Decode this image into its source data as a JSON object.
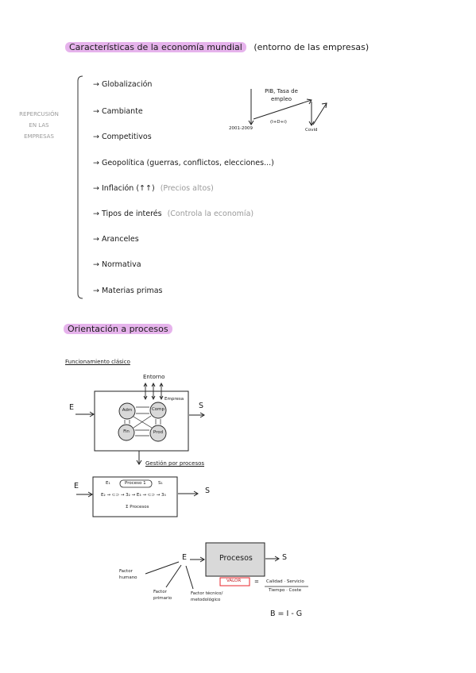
{
  "section1": {
    "title": "Características de la economía mundial",
    "subtitle": "(entorno de las empresas)",
    "side_label": [
      "REPERCUSIÓN",
      "EN LAS",
      "EMPRESAS"
    ],
    "items": [
      {
        "text": "→ Globalización",
        "note": ""
      },
      {
        "text": "→ Cambiante",
        "note": ""
      },
      {
        "text": "→ Competitivos",
        "note": ""
      },
      {
        "text": "→ Geopolítica (guerras, conflictos, elecciones...)",
        "note": ""
      },
      {
        "text": "→ Inflación (↑↑)",
        "note": "(Precios altos)"
      },
      {
        "text": "→ Tipos de interés",
        "note": "(Controla la economía)"
      },
      {
        "text": "→ Aranceles",
        "note": ""
      },
      {
        "text": "→ Normativa",
        "note": ""
      },
      {
        "text": "→ Materias primas",
        "note": ""
      }
    ],
    "graph": {
      "pib_label": "PIB, Tasa de empleo",
      "left_label": "2001-2009",
      "mid_label": "(I+D+i)",
      "right_label": "Covid"
    }
  },
  "section2": {
    "title": "Orientación a procesos",
    "classic": {
      "title": "Funcionamiento clásico",
      "entorno": "Entorno",
      "empresa": "Empresa",
      "input": "E",
      "output": "S",
      "nodes": [
        "Adm",
        "Comp",
        "Fin",
        "Prod"
      ]
    },
    "process_mgmt": {
      "title": "Gestión por procesos",
      "input": "E",
      "output": "S",
      "line1_start": "E₁",
      "line1_box": "Proceso 1",
      "line1_end": "S₁",
      "line2": "E₂ → ⊂⊃ → 3₂ → E₃ → ⊂⊃ → 3₃",
      "footer": "Σ Procesos"
    },
    "bottom": {
      "input": "E",
      "box": "Procesos",
      "output": "S",
      "factor1": "Factor humano",
      "factor2": "Factor primario",
      "factor3": "Factor técnico/ metodológico",
      "valor": "VALOR",
      "equals": "=",
      "numerator": "Calidad · Servicio",
      "denominator": "Tiempo · Coste",
      "formula": "B = I - G"
    }
  }
}
